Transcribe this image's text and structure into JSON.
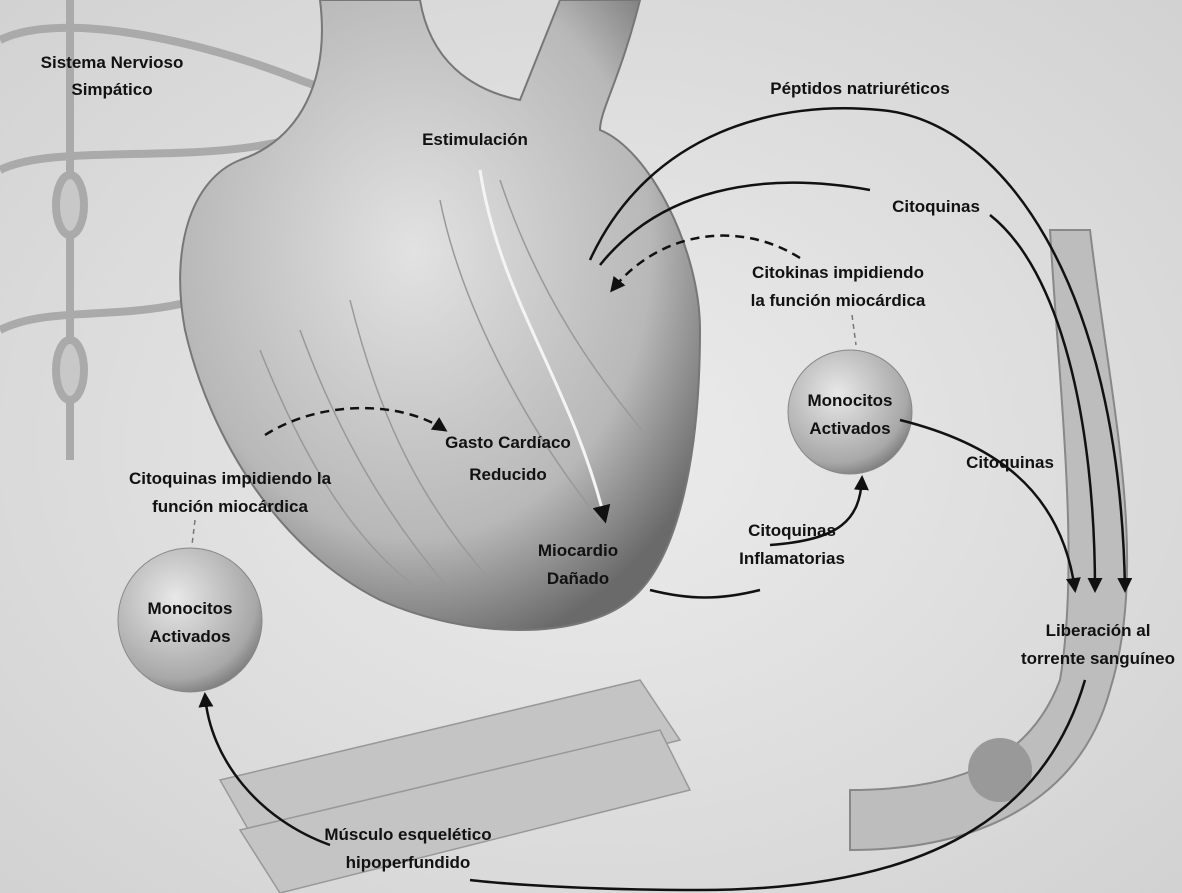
{
  "labels": {
    "sympathetic": [
      "Sistema Nervioso",
      "Simpático"
    ],
    "stimulation": "Estimulación",
    "natriuretic": "Péptidos natriuréticos",
    "cytokines_top": "Citoquinas",
    "cytokines_impairing_right": [
      "Citokinas impidiendo",
      "la función miocárdica"
    ],
    "monocytes_right": [
      "Monocitos",
      "Activados"
    ],
    "cytokines_right": "Citoquinas",
    "reduced_output": [
      "Gasto Cardíaco",
      "Reducido"
    ],
    "cytokines_impairing_left": [
      "Citoquinas impidiendo la",
      "función miocárdica"
    ],
    "inflammatory": [
      "Citoquinas",
      "Inflamatorias"
    ],
    "damaged_myocardium": [
      "Miocardio",
      "Dañado"
    ],
    "monocytes_left": [
      "Monocitos",
      "Activados"
    ],
    "bloodstream": [
      "Liberación al",
      "torrente sanguíneo"
    ],
    "skeletal_muscle": [
      "Músculo esquelético",
      "hipoperfundido"
    ]
  }
}
